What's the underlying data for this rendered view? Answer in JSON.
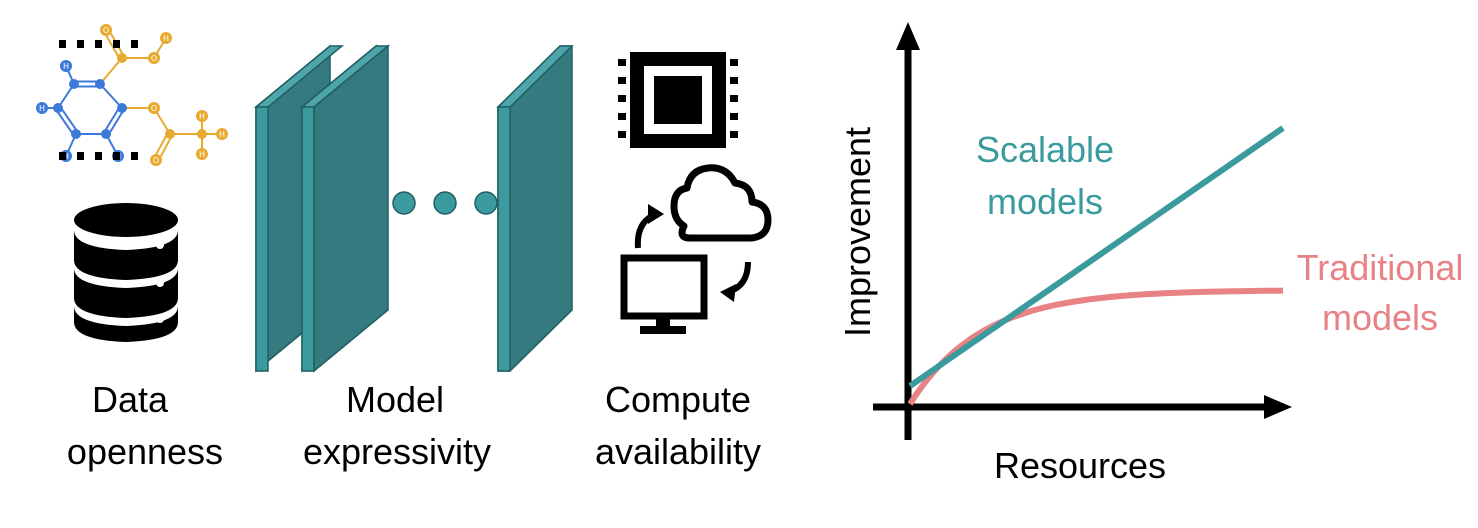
{
  "colors": {
    "teal": "#3A9A9E",
    "teal_dark": "#347A7E",
    "teal_edge": "#1F5F63",
    "pink": "#E88285",
    "mol_blue": "#3B7AD9",
    "mol_orange": "#E8AA2E",
    "black": "#000000"
  },
  "icons": {
    "molecule": "molecule-icon",
    "database": "database-icon",
    "layers": "neural-network-layers-icon",
    "chip": "cpu-chip-icon",
    "cloud": "cloud-icon",
    "computer": "computer-monitor-icon",
    "sync": "sync-arrows-icon"
  },
  "molecule_atoms": {
    "hydrogen": "H",
    "oxygen": "O"
  },
  "labels": {
    "data_line1": "Data",
    "data_line2": "openness",
    "model_line1": "Model",
    "model_line2": "expressivity",
    "compute_line1": "Compute",
    "compute_line2": "availability"
  },
  "chart_data": {
    "type": "line",
    "xlabel": "Resources",
    "ylabel": "Improvement",
    "series": [
      {
        "name": "Scalable models",
        "label_line1": "Scalable",
        "label_line2": "models",
        "color": "#3A9A9E",
        "shape": "linear"
      },
      {
        "name": "Traditional models",
        "label_line1": "Traditional",
        "label_line2": "models",
        "color": "#E88285",
        "shape": "saturating"
      }
    ]
  }
}
